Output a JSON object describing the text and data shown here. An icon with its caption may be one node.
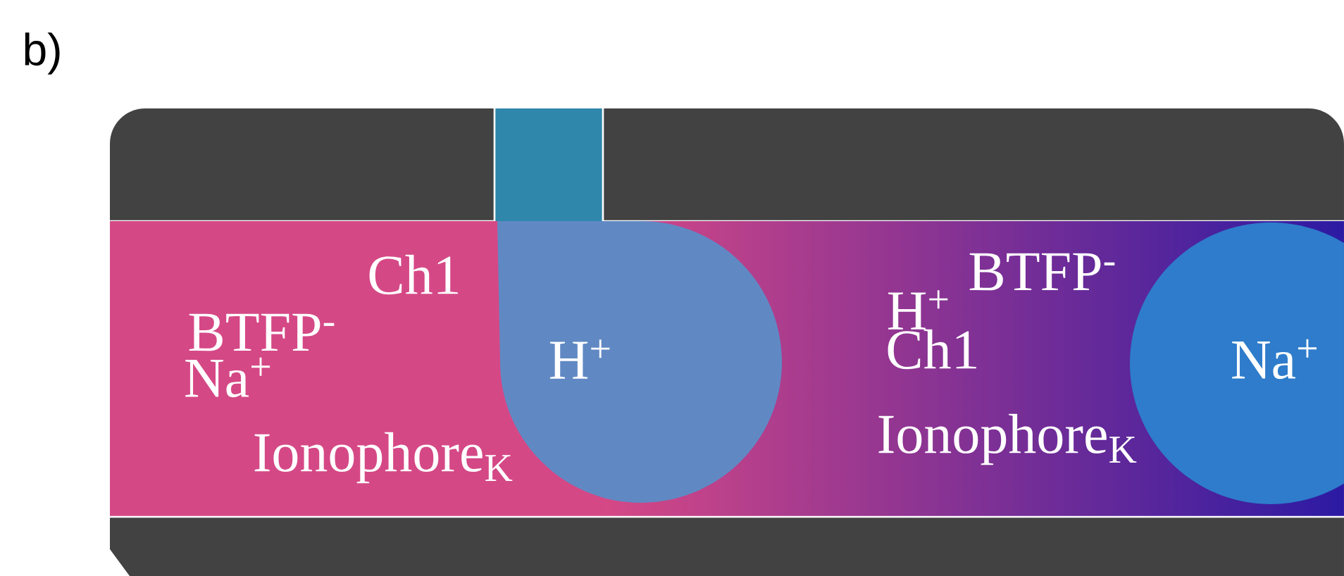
{
  "diagram": {
    "nodes": [
      {
        "text": [
          "H$^{+}$"
        ]
      },
      {
        "text": [
          "Na$^{+}$"
        ]
      }
    ],
    "labels": [
      "b)",
      "Ch1",
      "BTFP$^{-}$",
      "Na$^{+}$",
      "Ionophore$_{K}$",
      "BTFP$^{-}$",
      "H$^{+}$",
      "Ch1",
      "Ionophore$_{K}$"
    ]
  }
}
